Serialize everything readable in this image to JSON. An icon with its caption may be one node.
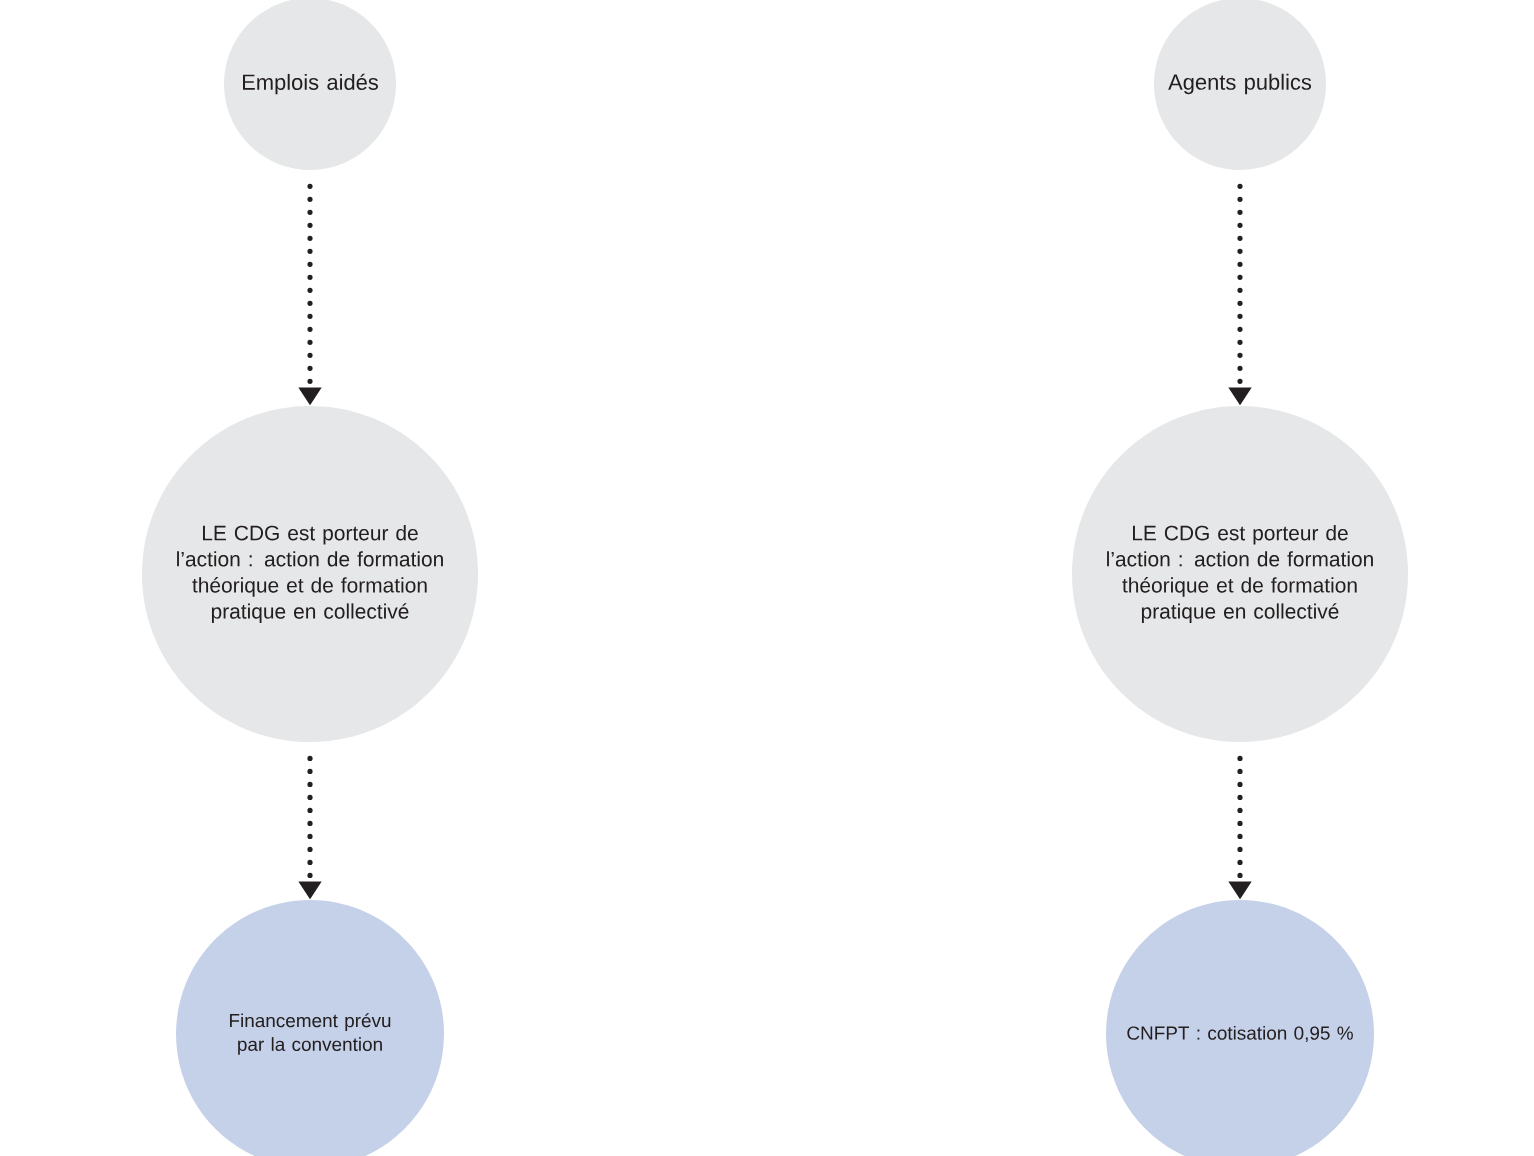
{
  "diagram": {
    "nodes": [
      {
        "text": [
          "Emplois aidés"
        ]
      },
      {
        "text": [
          "Agents publics"
        ]
      },
      {
        "text": [
          "LE CDG est porteur de l’action : action de formation théorique et de formation pratique en collectivé"
        ]
      },
      {
        "text": [
          "LE CDG est porteur de l’action : action de formation théorique et de formation pratique en collectivé"
        ]
      },
      {
        "text": [
          "Financement prévu par la convention"
        ]
      },
      {
        "text": [
          "CNFPT : cotisation 0,95 %"
        ]
      }
    ],
    "edges": [
      {
        "from": 0,
        "to": 2,
        "arrow": "to"
      },
      {
        "from": 2,
        "to": 4,
        "arrow": "to"
      },
      {
        "from": 1,
        "to": 3,
        "arrow": "to"
      },
      {
        "from": 3,
        "to": 5,
        "arrow": "to"
      }
    ]
  }
}
